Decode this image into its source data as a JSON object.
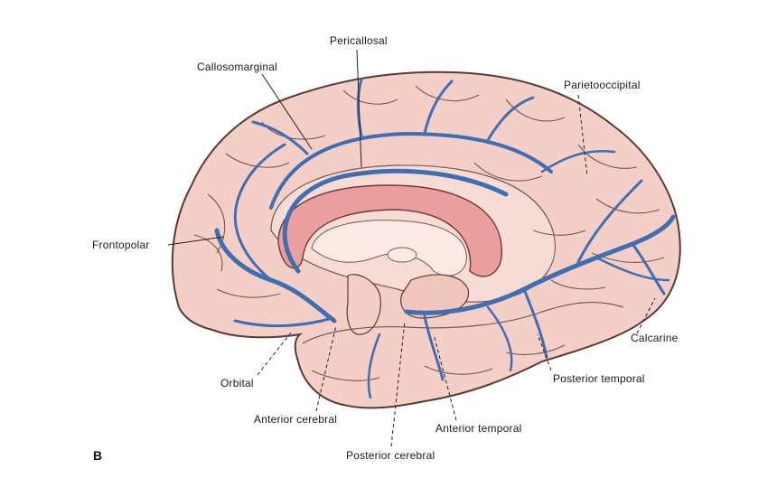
{
  "panel_letter": "B",
  "colors": {
    "brain_fill": "#f3cfc7",
    "brain_outline": "#5a3a36",
    "vein": "#3f6fb2",
    "corpus": "#ea9e9e"
  },
  "labels": {
    "pericallosal": "Pericallosal",
    "callosomarginal": "Callosomarginal",
    "parietooccipital": "Parietooccipital",
    "frontopolar": "Frontopolar",
    "calcarine": "Calcarine",
    "orbital": "Orbital",
    "posterior_temporal": "Posterior temporal",
    "anterior_cerebral": "Anterior cerebral",
    "anterior_temporal": "Anterior temporal",
    "posterior_cerebral": "Posterior cerebral"
  }
}
